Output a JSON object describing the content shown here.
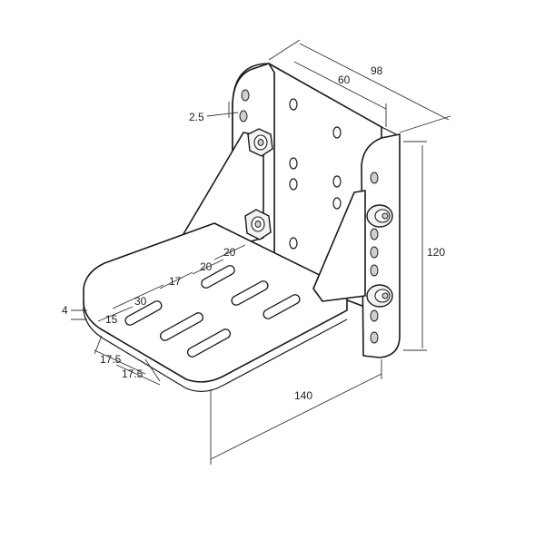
{
  "figure": {
    "description_icon": "bracket-diagram",
    "dimensions": {
      "depth_total": "98",
      "back_width": "60",
      "thickness": "2.5",
      "height": "120",
      "length": "140",
      "edge_thickness": "4",
      "slot_offset": "15",
      "slot_length": "30",
      "slot_gap": "17",
      "slot_width_a": "20",
      "slot_width_b": "20",
      "pitch_a": "17.5",
      "pitch_b": "17.5"
    }
  }
}
